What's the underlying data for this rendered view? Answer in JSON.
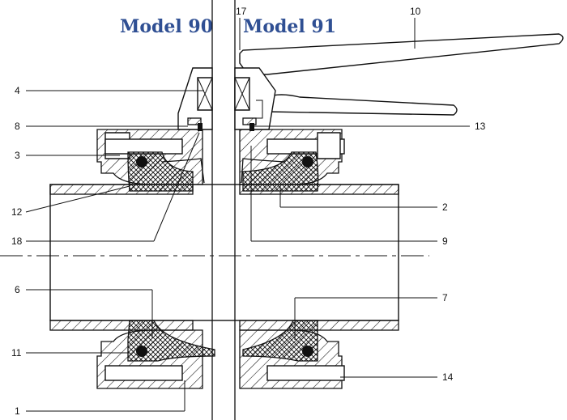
{
  "titles": {
    "left": "Model 90",
    "right": "Model 91"
  },
  "callouts": {
    "c1": "1",
    "c2": "2",
    "c3": "3",
    "c4": "4",
    "c6": "6",
    "c7": "7",
    "c8": "8",
    "c9": "9",
    "c10": "10",
    "c11": "11",
    "c12": "12",
    "c13": "13",
    "c14": "14",
    "c17": "17",
    "c18": "18"
  }
}
